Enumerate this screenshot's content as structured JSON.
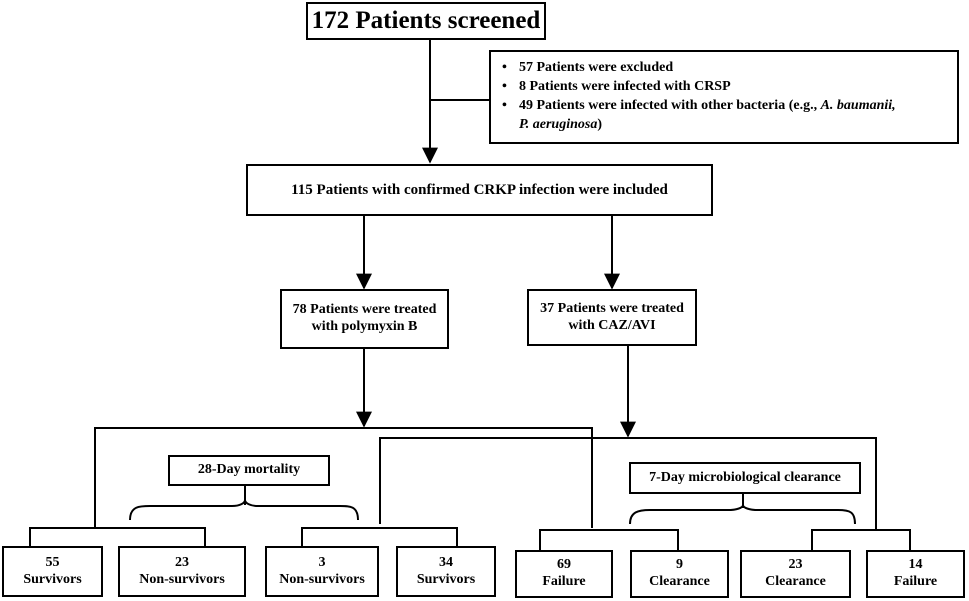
{
  "screening": {
    "label": "172 Patients screened"
  },
  "exclusion": {
    "items": [
      "57 Patients were excluded",
      "8 Patients were infected with CRSP",
      "49 Patients were infected with other bacteria (e.g., "
    ],
    "italic_a": "A. baumanii,",
    "italic_b": "P. aeruginosa",
    "closing": ")"
  },
  "included": {
    "label": "115 Patients with confirmed CRKP infection were included"
  },
  "polymyxin": {
    "line1": "78 Patients were treated",
    "line2": "with polymyxin B"
  },
  "cazavi": {
    "line1": "37 Patients were treated",
    "line2": "with CAZ/AVI"
  },
  "mortality": {
    "label": "28-Day mortality"
  },
  "clearance": {
    "label": "7-Day microbiological clearance"
  },
  "outcomes": [
    {
      "count": "55",
      "label": "Survivors"
    },
    {
      "count": "23",
      "label": "Non-survivors"
    },
    {
      "count": "3",
      "label": "Non-survivors"
    },
    {
      "count": "34",
      "label": "Survivors"
    },
    {
      "count": "69",
      "label": "Failure"
    },
    {
      "count": "9",
      "label": "Clearance"
    },
    {
      "count": "23",
      "label": "Clearance"
    },
    {
      "count": "14",
      "label": "Failure"
    }
  ]
}
